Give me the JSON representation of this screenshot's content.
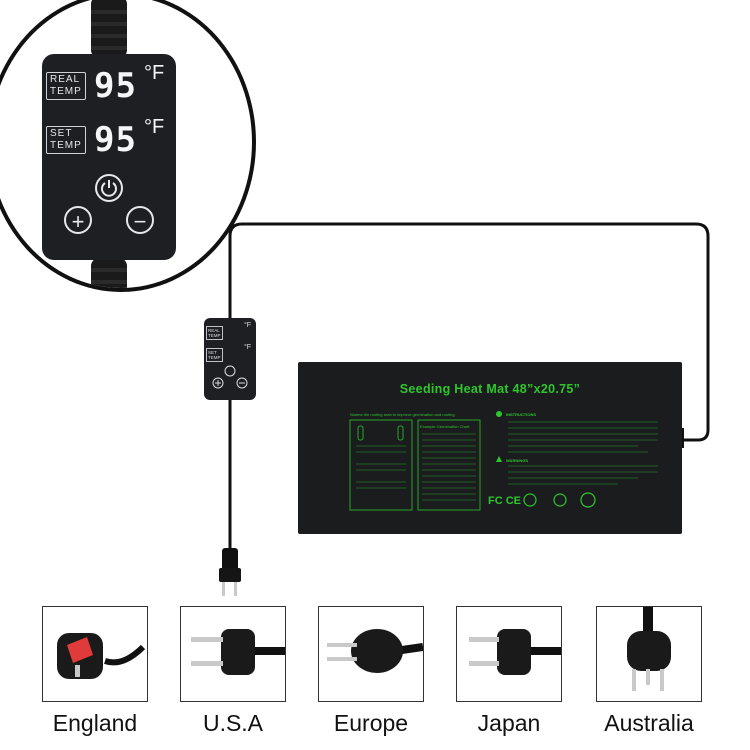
{
  "zoom_controller": {
    "real_temp_line1": "REAL",
    "real_temp_line2": "TEMP",
    "real_temp_value": "95",
    "set_temp_line1": "SET",
    "set_temp_line2": "TEMP",
    "set_temp_value": "95",
    "unit": "°F",
    "plus_symbol": "+",
    "minus_symbol": "−"
  },
  "small_controller": {
    "real_temp_line1": "REAL",
    "real_temp_line2": "TEMP",
    "set_temp_line1": "SET",
    "set_temp_line2": "TEMP",
    "unit": "°F",
    "plus_symbol": "+",
    "minus_symbol": "−"
  },
  "heat_mat": {
    "title": "Seeding Heat Mat  48”x20.75”",
    "subtitle": "Warms the rooting area to improve germination and rooting",
    "instructions_heading": "INSTRUCTIONS",
    "warnings_heading": "WARNINGS",
    "chart_heading": "Example Germination Chart",
    "certification_marks": "FC CE"
  },
  "plug_types": [
    {
      "label": "England",
      "icon": "uk-plug-icon"
    },
    {
      "label": "U.S.A",
      "icon": "us-plug-icon"
    },
    {
      "label": "Europe",
      "icon": "eu-plug-icon"
    },
    {
      "label": "Japan",
      "icon": "japan-plug-icon"
    },
    {
      "label": "Australia",
      "icon": "australia-plug-icon"
    }
  ],
  "colors": {
    "mat_print": "#2ec62e",
    "mat_body": "#1b1c1e",
    "controller_body": "#1d1f22",
    "uk_plug_pin_cover": "#e03a3a"
  }
}
